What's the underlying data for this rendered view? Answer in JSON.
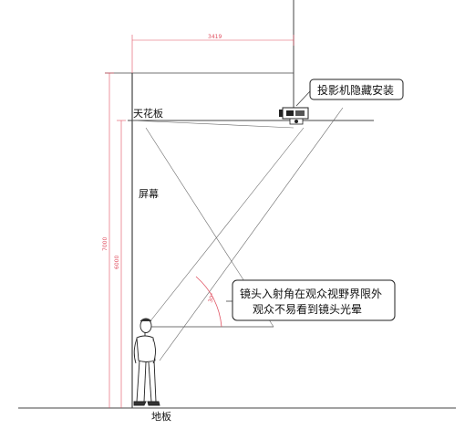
{
  "labels": {
    "ceiling": "天花板",
    "screen": "屏幕",
    "floor": "地板"
  },
  "callouts": {
    "projector": "投影机隐藏安装",
    "lens_line1": "镜头入射角在观众视野界限外",
    "lens_line2": "观众不易看到镜头光晕"
  },
  "dimensions": {
    "width": "3419",
    "total_height": "7000",
    "screen_height": "6000",
    "angle": "30°"
  },
  "colors": {
    "line": "#444444",
    "dimension": "#e05060",
    "callout_border": "#222222"
  }
}
